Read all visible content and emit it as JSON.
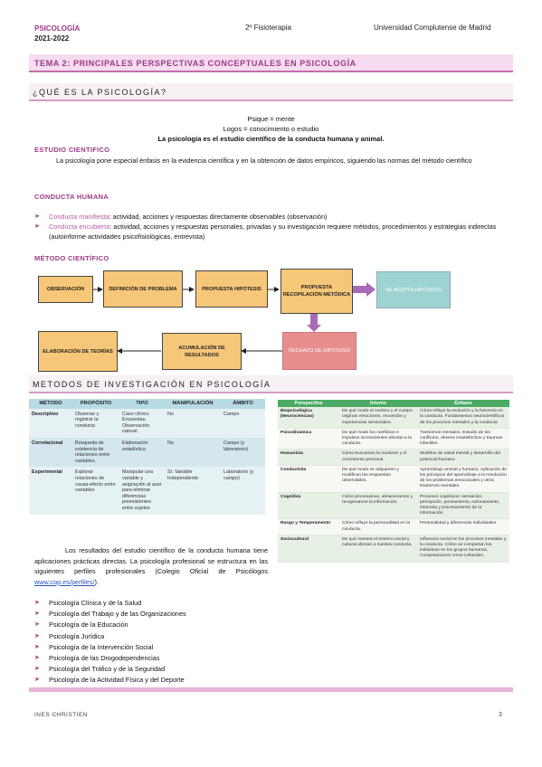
{
  "header": {
    "subject": "PSICOLOGÍA",
    "year": "2021-2022",
    "course": "2º Fisioterapia",
    "university": "Universidad Complutense de Madrid"
  },
  "topic_title": "TEMA 2: PRINCIPALES PERSPECTIVAS CONCEPTUALES EN PSICOLOGÍA",
  "section1": {
    "title": "¿QUÉ ES LA PSICOLOGÍA?",
    "lines": [
      "Psique = mente",
      "Logos = conocimiento o estudio",
      "La psicología es el estudio científico de la conducta humana y animal."
    ]
  },
  "estudio": {
    "heading": "ESTUDIO CIENTIFICO",
    "text": "La psicología pone especial énfasis en la evidencia científica y en la obtención de datos empíricos, siguiendo las normas del método científico"
  },
  "conducta": {
    "heading": "CONDUCTA HUMANA",
    "items": [
      {
        "term": "Conducta manifiesta",
        "text": ": actividad, acciones y respuestas directamente observables (observación)"
      },
      {
        "term": "Conducta encubierta",
        "text": ": actividad, acciones y respuestas personales, privadas y su investigación requiere métodos, procedimientos y estrategias indirectas (autoinforme actividades psicofisiológicas, entrevista)"
      }
    ]
  },
  "metodo": {
    "heading": "MÉTODO CIENTÍFICO",
    "steps": {
      "observacion": "OBSERVACIÓN",
      "definicion": "DEFINICIÓN DE PROBLEMA",
      "propuesta_hipotesis": "PROPUESTA HIPÓTESIS",
      "propuesta_recopilacion": "PROPUESTA RECOPILACIÓN METÓDICA",
      "acepta": "SE ACEPTA HIPÓTESIS",
      "rechazo": "RECHAZO DE HIPÓTESIS",
      "acumulacion": "ACUMULACIÓN DE RESULTADOS",
      "elaboracion": "ELABORACIÓN DE TEORÍAS"
    }
  },
  "section2": {
    "title": "METODOS DE INVESTIGACIÓN EN PSICOLOGÍA"
  },
  "methods_table": {
    "headers": [
      "MÉTODO",
      "PROPÓSITO",
      "TIPO",
      "MANIPULACIÓN",
      "ÁMBITO"
    ],
    "rows": [
      [
        "Descriptivo",
        "Observar y registrar la conducta",
        "Caso clínico. Encuestas. Observación natural.",
        "No",
        "Campo"
      ],
      [
        "Correlacional",
        "Búsqueda de existencia de relaciones entre variables.",
        "Elaboración estadística",
        "No",
        "Campo (y laboratorio)"
      ],
      [
        "Experimental",
        "Explorar relaciones de causa-efecto entre variables",
        "Manipular una variable y asignación al azar para eliminar diferencias preexistentes entre sujetos",
        "Sí. Variable Independiente",
        "Laboratorio (y campo)"
      ]
    ]
  },
  "perspectives_table": {
    "headers": [
      "Perspectiva",
      "Interés",
      "Énfasis"
    ],
    "rows": [
      [
        "Biopsicológica (Neurociencias)",
        "De qué modo el cerebro y el cuerpo originan emociones, recuerdos y experiencias sensoriales.",
        "Cómo influye la evolución y la herencia en la conducta. Fundamentos neurocientíficos de los procesos mentales y la conducta"
      ],
      [
        "Psicodinámica",
        "De qué modo los conflictos e impulsos inconscientes afectan a la conducta.",
        "Trastornos mentales. Estudio de los conflictos, deseos insatisfechos y traumas infantiles."
      ],
      [
        "Humanista",
        "Cómo buscamos la madurez y el crecimiento personal.",
        "Modelos de salud mental y desarrollo del potencial humano"
      ],
      [
        "Conductista",
        "De qué modo se adquieren y modifican las respuestas observables.",
        "Aprendizaje animal y humano. Aplicación de los principios del aprendizaje a la resolución de los problemas emocionales y otros trastornos mentales."
      ],
      [
        "Cognitiva",
        "Cómo procesamos, almacenamos y recuperamos la información.",
        "Procesos cognitivos: sensación, percepción, pensamiento, razonamiento, memoria y procesamiento de la información."
      ],
      [
        "Rasgo y Temperamento",
        "Cómo influye la personalidad en la conducta.",
        "Personalidad y diferencias individuales"
      ],
      [
        "Sociocultural",
        "De qué manera el entorno social y cultural afectan a nuestra conducta.",
        "Influencia social en los procesos mentales y la conducta. Cómo se comportan los individuos en los grupos humanos. Comparaciones cross-culturales."
      ]
    ]
  },
  "paragraph": {
    "text": "Los resultados del estudio científico de la conducta humana tiene aplicaciones prácticas directas. La psicología profesional se estructura en las siguientes perfiles profesionales (Colegio Oficial de Psicólogos ",
    "link": "www.cop.es/perfiles/",
    "end": ")."
  },
  "profiles": [
    "Psicología Clínica y de la Salud",
    "Psicología del Trabajo y de las Organizaciones",
    "Psicología de la Educación",
    "Psicología Jurídica",
    "Psicología de la Intervención Social",
    "Psicología de las Drogodependencias",
    "Psicología del Tráfico y de la Seguridad",
    "Psicología de la Actividad Física y del Deporte"
  ],
  "footer": {
    "author": "INES CHRISTIEN",
    "page": "3"
  },
  "colors": {
    "accent": "#9b3a86",
    "flow_box": "#f7c779",
    "accept_box": "#9fd3d1",
    "reject_box": "#e88e8e",
    "table_green": "#4caa64"
  }
}
